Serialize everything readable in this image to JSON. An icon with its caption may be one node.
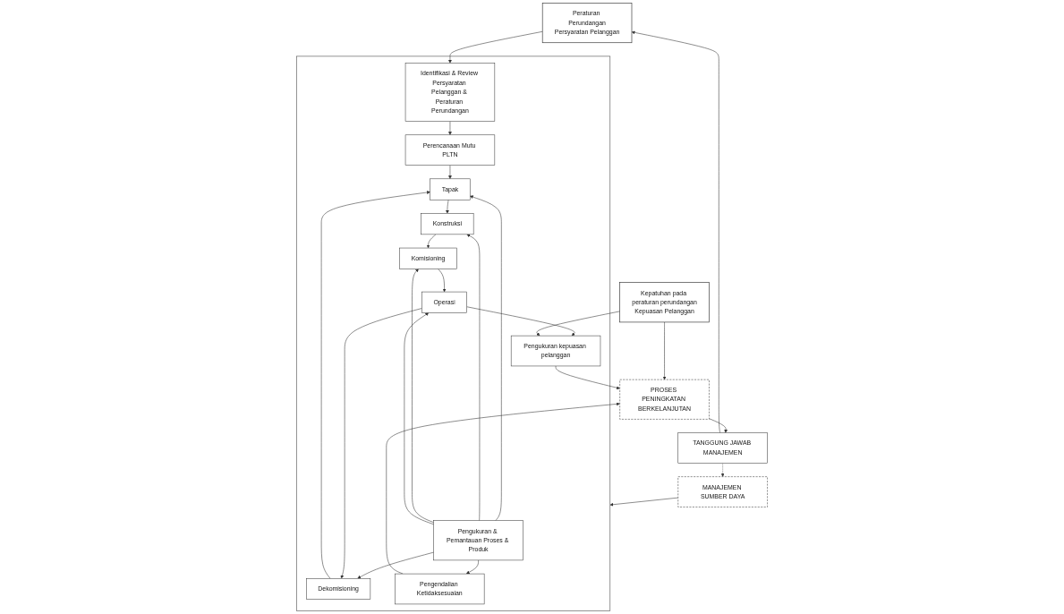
{
  "diagram": {
    "nodes": [
      {
        "text": [
          "Peraturan Perundangan",
          "Persyaratan Pelanggan"
        ]
      },
      {
        "text": [
          "TANGGUNG JAWAB MANAJEMEN"
        ]
      },
      {
        "text": [
          "MANAJEMEN SUMBER DAYA"
        ]
      },
      {
        "text": [
          "PROSES PENINGKATAN BERKELANJUTAN"
        ]
      },
      {
        "text": [],
        "shape": "box"
      },
      {
        "text": [
          "Identifikasi & Review Persyaratan Pelanggan & Peraturan Perundangan"
        ],
        "in": 4
      },
      {
        "text": [
          "Perencanaan Mutu PLTN"
        ],
        "in": 4
      },
      {
        "text": [
          "Tapak"
        ],
        "in": 4
      },
      {
        "text": [
          "Konstruksi"
        ],
        "in": 4
      },
      {
        "text": [
          "Komisioning"
        ],
        "in": 4
      },
      {
        "text": [
          "Pengukuran & Pemantauan Proses & Produk"
        ],
        "in": 4
      },
      {
        "text": [
          "Operasi"
        ],
        "in": 4
      },
      {
        "text": [
          "Pengukuran kepuasan pelanggan"
        ],
        "in": 4
      },
      {
        "text": [
          "Pengendalian Ketidaksesuaian"
        ],
        "in": 4
      },
      {
        "text": [
          "Dekomisioning"
        ],
        "in": 4
      },
      {
        "text": [
          "Kepatuhan pada peraturan perundangan",
          "Kepuasan Pelanggan"
        ]
      }
    ],
    "edges": [
      {
        "from": 0,
        "to": 5,
        "arrow": "to"
      },
      {
        "from": 1,
        "to": 0,
        "arrow": "to"
      },
      {
        "from": 1,
        "to": 2,
        "arrow": "to",
        "style": "dashed"
      },
      {
        "from": 2,
        "to": 4,
        "arrow": "to"
      },
      {
        "from": 3,
        "to": 1,
        "arrow": "to"
      },
      {
        "from": 5,
        "to": 6,
        "arrow": "to"
      },
      {
        "from": 6,
        "to": 7,
        "arrow": "to"
      },
      {
        "from": 7,
        "to": 8,
        "arrow": "to"
      },
      {
        "from": 8,
        "to": 9,
        "arrow": "to"
      },
      {
        "from": 9,
        "to": 11,
        "arrow": "to"
      },
      {
        "from": 10,
        "to": 7,
        "arrow": "to"
      },
      {
        "from": 10,
        "to": 8,
        "arrow": "to"
      },
      {
        "from": 10,
        "to": 9,
        "arrow": "to"
      },
      {
        "from": 10,
        "to": 11,
        "arrow": "to"
      },
      {
        "from": 10,
        "to": 14,
        "arrow": "to"
      },
      {
        "from": 10,
        "to": 13,
        "arrow": "to"
      },
      {
        "from": 11,
        "to": 12,
        "arrow": "to"
      },
      {
        "from": 11,
        "to": 14,
        "arrow": "to"
      },
      {
        "from": 14,
        "to": 7,
        "arrow": "to"
      },
      {
        "from": 12,
        "to": 3,
        "arrow": "to"
      },
      {
        "from": 13,
        "to": 3,
        "arrow": "to"
      },
      {
        "from": 15,
        "to": 3,
        "arrow": "to"
      },
      {
        "from": 15,
        "to": 12,
        "arrow": "to"
      }
    ]
  }
}
